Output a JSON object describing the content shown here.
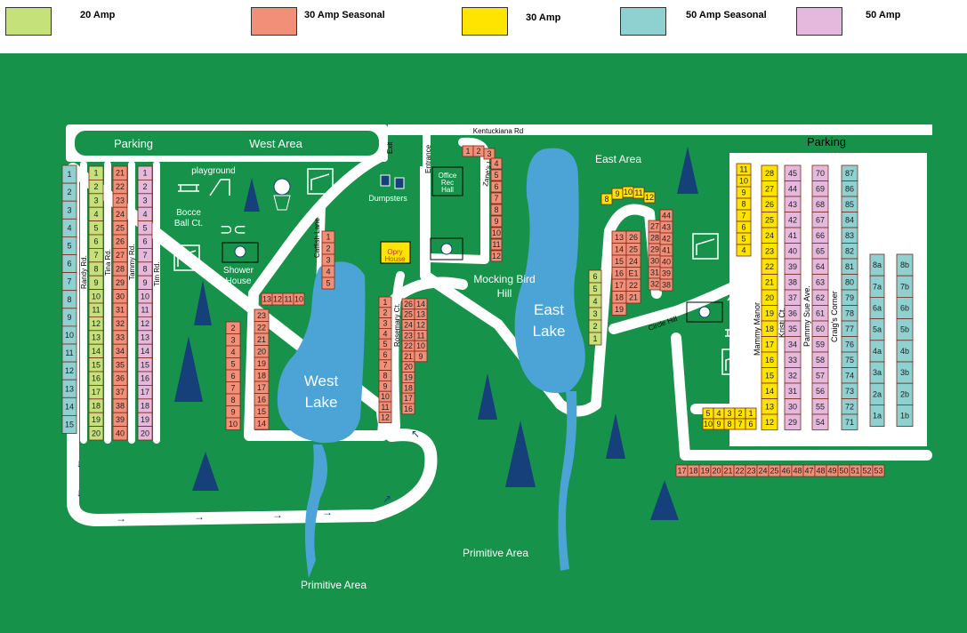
{
  "legend": [
    {
      "label": "20 Amp",
      "color": "#c5e17a"
    },
    {
      "label": "30 Amp Seasonal",
      "color": "#f28f78"
    },
    {
      "label": "30 Amp",
      "color": "#ffe400"
    },
    {
      "label": "50 Amp Seasonal",
      "color": "#8fd1d1"
    },
    {
      "label": "50 Amp",
      "color": "#e4b9dd"
    }
  ],
  "colors": {
    "ground": "#16924a",
    "road": "#ffffff",
    "water": "#4ba3d6",
    "tree": "#16407a",
    "site_stroke": "#7a2a1a"
  },
  "labels": {
    "parking_left": "Parking",
    "parking_right": "Parking",
    "west_area": "West Area",
    "east_area": "East Area",
    "kentuckiana_rd": "Kentuckiana Rd",
    "exit": "Exit",
    "entrance": "Entrance",
    "office": "Office Rec Hall",
    "dumpsters": "Dumpsters",
    "opry_house": "Opry House",
    "playground": "playground",
    "bocce": "Bocce Ball Ct.",
    "shower_house": "Shower House",
    "mocking_bird_hill": "Mocking Bird Hill",
    "west_lake": "West Lake",
    "east_lake": "East Lake",
    "primitive_left": "Primitive Area",
    "primitive_right": "Primitive Area",
    "zanes_lane": "Zane's Lane",
    "catfish_lane": "Catfish Lane",
    "rosemary_ct": "Rosemary Ct.",
    "circle_hill": "Circle Hill",
    "randy_rd": "Randy Rd.",
    "tina_rd": "Tina Rd.",
    "tammy_rd": "Tammy Rd.",
    "tim_rd": "Tim Rd.",
    "mammy_manor": "Mammy Manor",
    "kristi_ct": "Kristi Ct.",
    "pammy_sue_ave": "Pammy Sue Ave.",
    "craigs_corner": "Craig's Corner"
  },
  "site_groups": [
    {
      "name": "randy-teal",
      "type": "50s",
      "labels": [
        "1",
        "2",
        "3",
        "4",
        "5",
        "6",
        "7",
        "8",
        "9",
        "10",
        "11",
        "12",
        "13",
        "14",
        "15"
      ]
    },
    {
      "name": "tina-green",
      "type": "20",
      "labels": [
        "1",
        "2",
        "3",
        "4",
        "5",
        "6",
        "7",
        "8",
        "9",
        "10",
        "11",
        "12",
        "13",
        "14",
        "15",
        "16",
        "17",
        "18",
        "19",
        "20"
      ]
    },
    {
      "name": "tina-salmon",
      "type": "30s",
      "labels": [
        "21",
        "22",
        "23",
        "24",
        "25",
        "26",
        "27",
        "28",
        "29",
        "30",
        "31",
        "32",
        "33",
        "34",
        "35",
        "36",
        "37",
        "38",
        "39",
        "40"
      ]
    },
    {
      "name": "tim-purple",
      "type": "50",
      "labels": [
        "1",
        "2",
        "3",
        "4",
        "5",
        "6",
        "7",
        "8",
        "9",
        "10",
        "11",
        "12",
        "13",
        "14",
        "15",
        "16",
        "17",
        "18",
        "19",
        "20"
      ]
    },
    {
      "name": "catfish",
      "type": "30s",
      "labels": [
        "1",
        "2",
        "3",
        "4",
        "5"
      ]
    },
    {
      "name": "west-left",
      "type": "30s",
      "labels": [
        "2",
        "3",
        "4",
        "5",
        "6",
        "7",
        "8",
        "9",
        "10"
      ]
    },
    {
      "name": "west-mid",
      "type": "30s",
      "labels": [
        "23",
        "22",
        "21",
        "20",
        "19",
        "18",
        "17",
        "16",
        "15",
        "14"
      ]
    },
    {
      "name": "west-top",
      "type": "30s",
      "labels": [
        "13",
        "12",
        "11",
        "10"
      ]
    },
    {
      "name": "rosemary-l",
      "type": "30s",
      "labels": [
        "1",
        "2",
        "3",
        "4",
        "5",
        "6",
        "7",
        "8",
        "9",
        "10",
        "11",
        "12"
      ]
    },
    {
      "name": "rosemary-r",
      "type": "30s",
      "labels": [
        "26",
        "25",
        "24",
        "23",
        "22",
        "21",
        "20",
        "19",
        "18",
        "17",
        "16"
      ]
    },
    {
      "name": "rosemary-rr",
      "type": "30s",
      "labels": [
        "14",
        "13",
        "12",
        "11",
        "10",
        "9"
      ]
    },
    {
      "name": "zane",
      "type": "30s",
      "labels": [
        "1",
        "2",
        "3",
        "4",
        "5",
        "6",
        "7",
        "8",
        "9",
        "10",
        "11",
        "12"
      ]
    },
    {
      "name": "east-col1",
      "type": "30s",
      "labels": [
        "13",
        "14",
        "15",
        "16",
        "17",
        "18",
        "19"
      ]
    },
    {
      "name": "east-col2",
      "type": "30s",
      "labels": [
        "26",
        "25",
        "24",
        "E1",
        "22",
        "21"
      ]
    },
    {
      "name": "east-col3",
      "type": "30s",
      "labels": [
        "27",
        "28",
        "29",
        "30",
        "31",
        "32"
      ]
    },
    {
      "name": "east-col4",
      "type": "30s",
      "labels": [
        "44",
        "43",
        "42",
        "41",
        "40",
        "39",
        "38"
      ]
    },
    {
      "name": "east-arc",
      "type": "30",
      "labels": [
        "8",
        "9",
        "10",
        "11",
        "12"
      ]
    },
    {
      "name": "east-green",
      "type": "20",
      "labels": [
        "6",
        "5",
        "4",
        "3",
        "2",
        "1"
      ]
    },
    {
      "name": "mammy",
      "type": "30",
      "labels": [
        "11",
        "10",
        "9",
        "8",
        "7",
        "6",
        "5",
        "4"
      ]
    },
    {
      "name": "kristi",
      "type": "30",
      "labels": [
        "28",
        "27",
        "26",
        "25",
        "24",
        "23",
        "22",
        "21",
        "20",
        "19",
        "18",
        "17",
        "16",
        "15",
        "14",
        "13",
        "12"
      ]
    },
    {
      "name": "pammy",
      "type": "50",
      "labels": [
        "45",
        "44",
        "43",
        "42",
        "41",
        "40",
        "39",
        "38",
        "37",
        "36",
        "35",
        "34",
        "33",
        "32",
        "31",
        "30",
        "29"
      ]
    },
    {
      "name": "pammy2",
      "type": "50",
      "labels": [
        "70",
        "69",
        "68",
        "67",
        "66",
        "65",
        "64",
        "63",
        "62",
        "61",
        "60",
        "59",
        "58",
        "57",
        "56",
        "55",
        "54"
      ]
    },
    {
      "name": "craig",
      "type": "50s",
      "labels": [
        "87",
        "86",
        "85",
        "84",
        "83",
        "82",
        "81",
        "80",
        "79",
        "78",
        "77",
        "76",
        "75",
        "74",
        "73",
        "72",
        "71"
      ]
    },
    {
      "name": "pull-a",
      "type": "50s",
      "labels": [
        "8a",
        "7a",
        "6a",
        "5a",
        "4a",
        "3a",
        "2a",
        "1a"
      ]
    },
    {
      "name": "pull-b",
      "type": "50s",
      "labels": [
        "8b",
        "7b",
        "6b",
        "5b",
        "4b",
        "3b",
        "2b",
        "1b"
      ]
    },
    {
      "name": "bottom-row",
      "type": "30s",
      "labels": [
        "17",
        "18",
        "19",
        "20",
        "21",
        "22",
        "23",
        "24",
        "25",
        "46",
        "48",
        "47",
        "48",
        "49",
        "50",
        "51",
        "52",
        "53"
      ]
    },
    {
      "name": "mid-row-top",
      "type": "30",
      "labels": [
        "5",
        "4",
        "3",
        "2",
        "1"
      ]
    },
    {
      "name": "mid-row-bot",
      "type": "30",
      "labels": [
        "10",
        "9",
        "8",
        "7",
        "6"
      ]
    }
  ]
}
